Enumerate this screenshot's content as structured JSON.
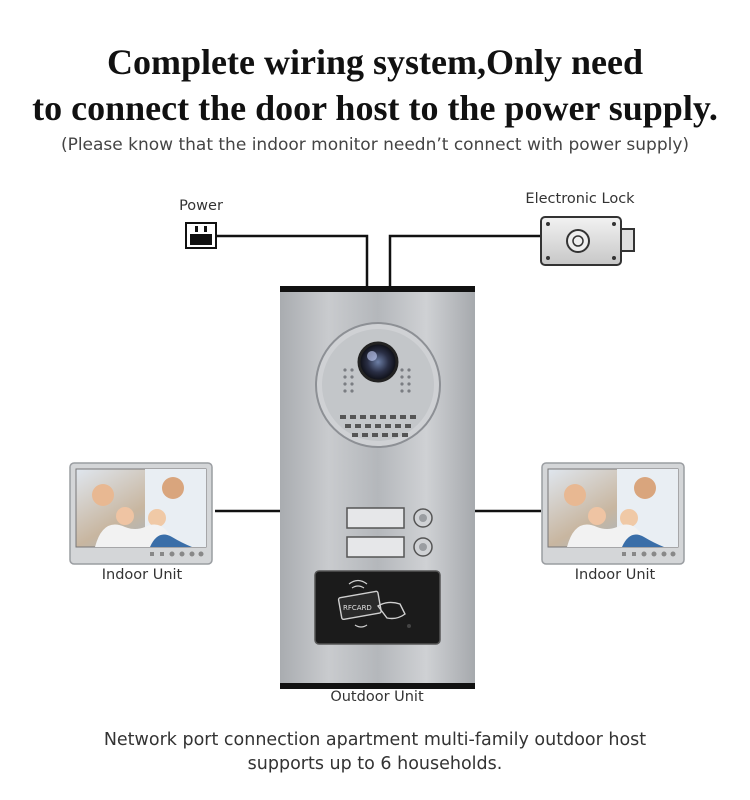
{
  "headline": {
    "line1": "Complete wiring system,Only need",
    "line2": "to connect the door host to the power supply.",
    "note": "(Please know that the indoor monitor needn’t connect with power supply)"
  },
  "components": {
    "power": {
      "label": "Power",
      "icon": "power-plug-icon"
    },
    "lock": {
      "label": "Electronic Lock",
      "icon": "electronic-lock-icon"
    },
    "indoor_left": {
      "label": "Indoor Unit"
    },
    "indoor_right": {
      "label": "Indoor Unit"
    },
    "outdoor": {
      "label": "Outdoor Unit",
      "card_reader_text": "RFCARD",
      "call_buttons": 2
    }
  },
  "footer": {
    "line1": "Network port connection apartment multi-family outdoor host",
    "line2": "supports up to 6 households."
  },
  "colors": {
    "panel": "#b9bcc0",
    "wire": "#111111",
    "monitor_frame": "#d4d6d8",
    "reader": "#1b1b1b"
  }
}
